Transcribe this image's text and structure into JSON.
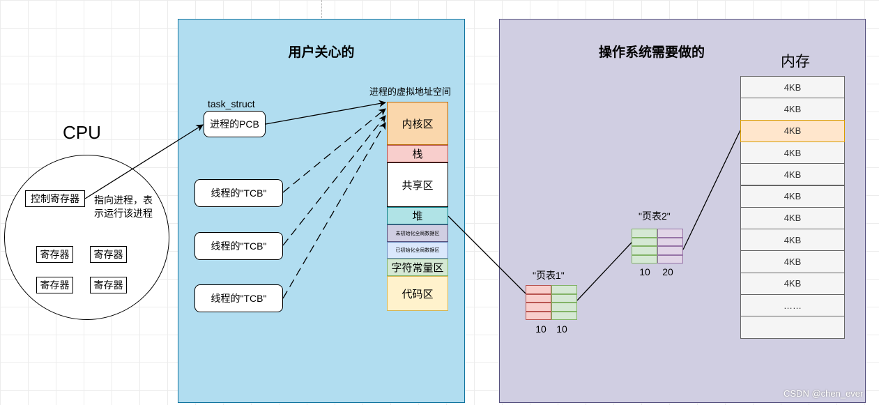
{
  "sections": {
    "user": {
      "title": "用户关心的",
      "bg": "#b1ddf0",
      "border": "#10739e"
    },
    "os": {
      "title": "操作系统需要做的",
      "bg": "#d0cee2",
      "border": "#56517e"
    }
  },
  "cpu": {
    "title": "CPU",
    "control_register": "控制寄存器",
    "note": "指向进程，表\n示运行该进程",
    "registers": [
      "寄存器",
      "寄存器",
      "寄存器",
      "寄存器"
    ]
  },
  "pcb": {
    "label_above": "task_struct",
    "text": "进程的PCB"
  },
  "tcbs": [
    "线程的\"TCB\"",
    "线程的\"TCB\"",
    "线程的\"TCB\""
  ],
  "vas": {
    "title": "进程的虚拟地址空间",
    "segments": [
      {
        "label": "内核区",
        "color": "#fad7ac",
        "border": "#b46504"
      },
      {
        "label": "栈",
        "color": "#f8cecc",
        "border": "#b85450"
      },
      {
        "label": "共享区",
        "color": "#ffffff",
        "border": "#000000"
      },
      {
        "label": "堆",
        "color": "#b0e3e6",
        "border": "#0e8088"
      },
      {
        "label": "未初始化全局数据区",
        "color": "#d0cee2",
        "border": "#56517e"
      },
      {
        "label": "已初始化全局数据区",
        "color": "#dae8fc",
        "border": "#6c8ebf"
      },
      {
        "label": "字符常量区",
        "color": "#d5e8d4",
        "border": "#82b366"
      },
      {
        "label": "代码区",
        "color": "#fff2cc",
        "border": "#d6b656"
      }
    ]
  },
  "page_table1": {
    "title": "\"页表1\"",
    "left_bits": "10",
    "right_bits": "10",
    "left_color": "#f8cecc",
    "left_border": "#b85450",
    "right_color": "#d5e8d4",
    "right_border": "#82b366"
  },
  "page_table2": {
    "title": "\"页表2\"",
    "left_bits": "10",
    "right_bits": "20",
    "left_color": "#d5e8d4",
    "left_border": "#82b366",
    "right_color": "#e1d5e7",
    "right_border": "#9673a6"
  },
  "memory": {
    "title": "内存",
    "cells": [
      "4KB",
      "4KB",
      "4KB",
      "4KB",
      "4KB",
      "4KB",
      "4KB",
      "4KB",
      "4KB",
      "4KB",
      "……",
      ""
    ],
    "highlight_index": 2,
    "highlight_color": "#ffe6cc",
    "highlight_border": "#d79b00"
  },
  "watermark": "CSDN @chen_ever"
}
